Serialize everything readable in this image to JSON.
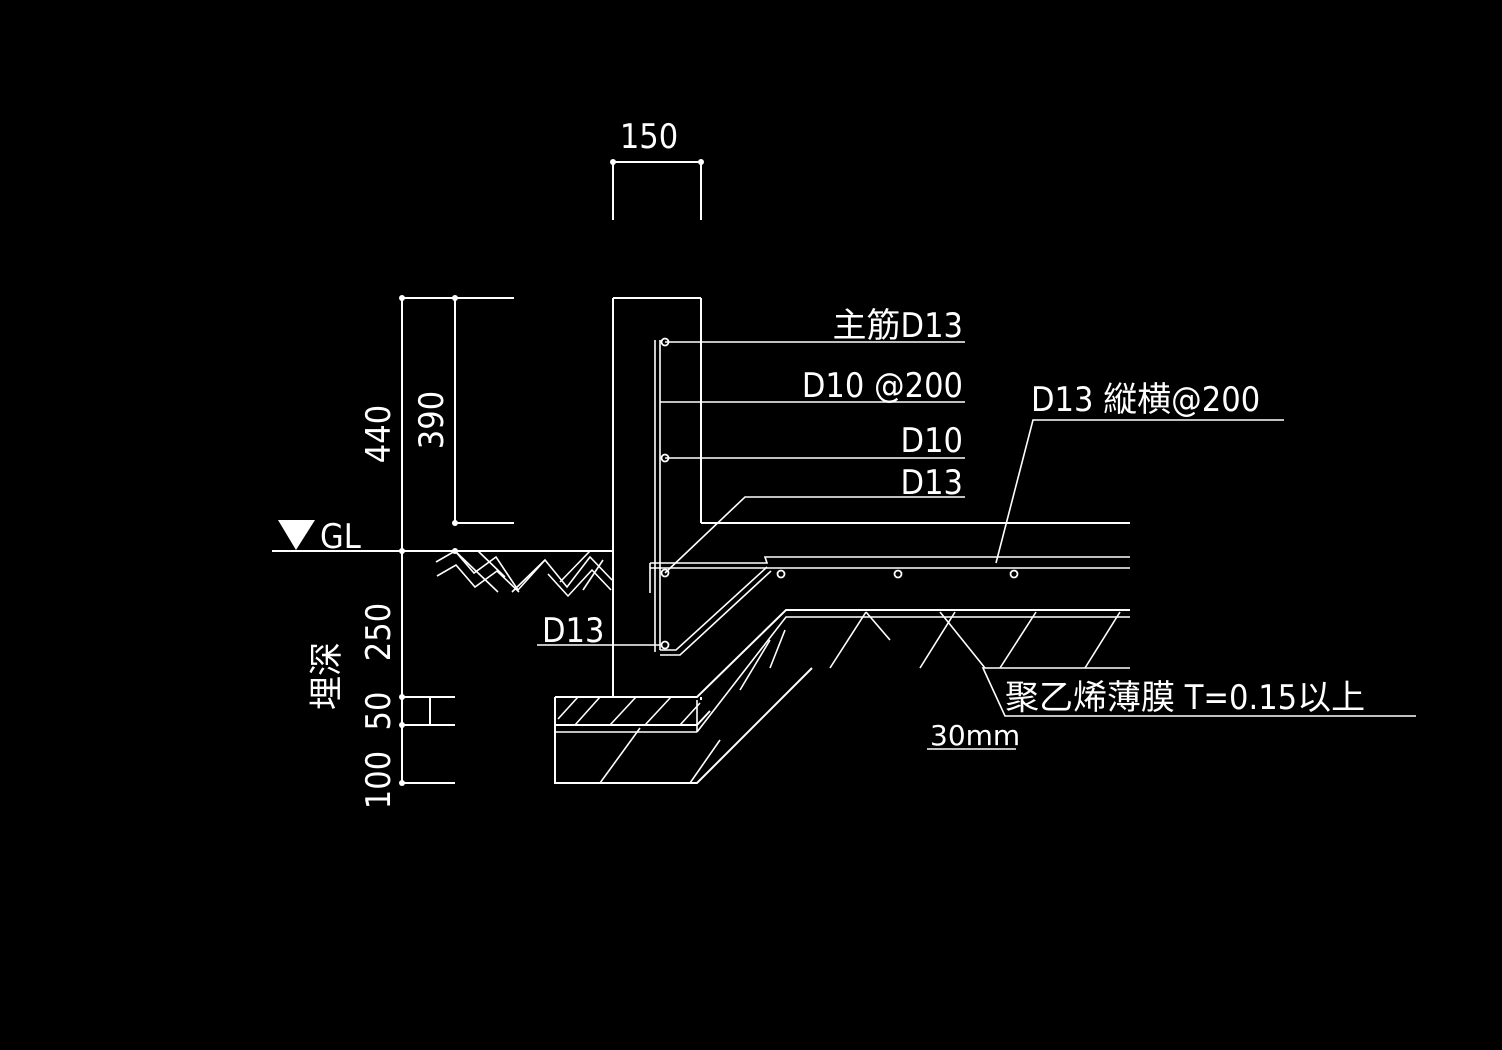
{
  "colors": {
    "background": "#000000",
    "linework": "#ffffff"
  },
  "dimensions": {
    "wall_width": "150",
    "total_height": "440",
    "above_gl": "390",
    "embed_depth_label": "埋深",
    "d250": "250",
    "d50": "50",
    "d100": "100"
  },
  "labels": {
    "gl": "GL",
    "main_bar": "主筋D13",
    "d10_at200": "D10 @200",
    "d10": "D10",
    "d13_upper": "D13",
    "d13_slab": "D13 縦横@200",
    "d13_lower": "D13",
    "membrane": "聚乙烯薄膜 T=0.15以上",
    "thickness": "30mm"
  }
}
